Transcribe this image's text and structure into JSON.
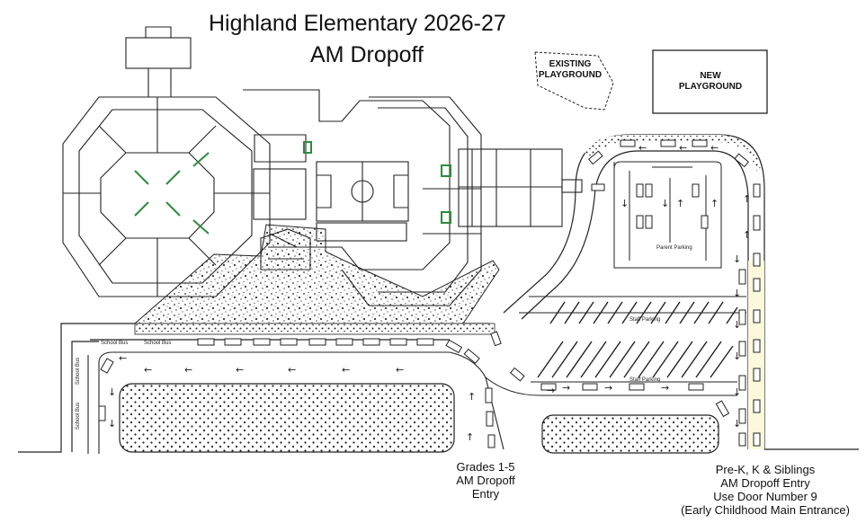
{
  "title": {
    "line1": "Highland Elementary 2026-27",
    "line2": "AM Dropoff"
  },
  "playgrounds": {
    "existing_line1": "EXISTING",
    "existing_line2": "PLAYGROUND",
    "new_line1": "NEW",
    "new_line2": "PLAYGROUND"
  },
  "lot_labels": {
    "parent_parking": "Parent Parking",
    "staff_parking_1": "Staff Parking",
    "staff_parking_2": "Staff Parking",
    "school_bus": "School Bus"
  },
  "grades_entry": {
    "line1": "Grades 1-5",
    "line2": "AM Dropoff",
    "line3": "Entry"
  },
  "prek_entry": {
    "line1": "Pre-K, K & Siblings",
    "line2": "AM Dropoff Entry",
    "line3": "Use Door Number 9",
    "line4": "(Early Childhood Main Entrance)"
  },
  "colors": {
    "line": "#222222",
    "accent_green": "#2e8b3a",
    "pickup_lane": "#fbf8dc",
    "dot_fill": "#222222"
  }
}
